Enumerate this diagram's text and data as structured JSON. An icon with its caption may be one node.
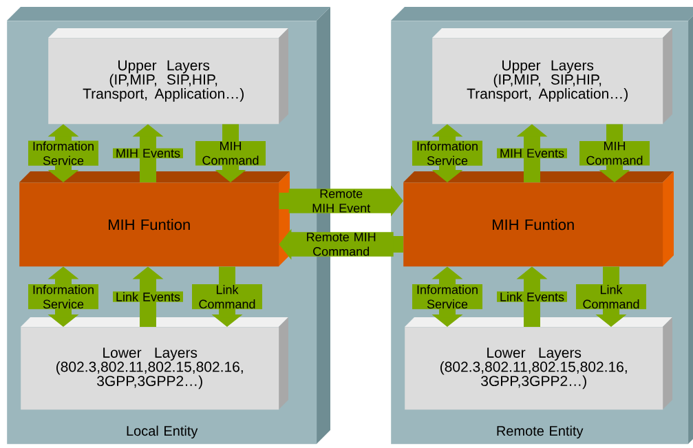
{
  "diagram": {
    "nodes": [
      {
        "text": [
          "Local Entity"
        ]
      },
      {
        "text": [
          "Upper Layers",
          "(IP,MIP, SIP,HIP, Transport, Application…)"
        ],
        "in": 0
      },
      {
        "text": [
          "MIH Funtion"
        ],
        "in": 0
      },
      {
        "text": [
          "Lower Layers",
          "(802.3,802.11,802.15,802.16, 3GPP,3GPP2…)"
        ],
        "in": 0
      },
      {
        "text": [
          "Remote Entity"
        ]
      },
      {
        "text": [
          "Upper Layers",
          "(IP,MIP, SIP,HIP, Transport, Application…)"
        ],
        "in": 4
      },
      {
        "text": [
          "MIH Funtion"
        ],
        "in": 4
      },
      {
        "text": [
          "Lower Layers",
          "(802.3,802.11,802.15,802.16, 3GPP,3GPP2…)"
        ],
        "in": 4
      }
    ],
    "edges": [
      {
        "from": 1,
        "to": 2,
        "arrow": "both",
        "label": "Information Service"
      },
      {
        "from": 2,
        "to": 1,
        "arrow": "to",
        "label": "MIH Events"
      },
      {
        "from": 1,
        "to": 2,
        "arrow": "to",
        "label": "MIH Command"
      },
      {
        "from": 2,
        "to": 3,
        "arrow": "both",
        "label": "Information Service"
      },
      {
        "from": 3,
        "to": 2,
        "arrow": "to",
        "label": "Link Events"
      },
      {
        "from": 2,
        "to": 3,
        "arrow": "to",
        "label": "Link Command"
      },
      {
        "from": 5,
        "to": 6,
        "arrow": "both",
        "label": "Information Service"
      },
      {
        "from": 6,
        "to": 5,
        "arrow": "to",
        "label": "MIH Events"
      },
      {
        "from": 5,
        "to": 6,
        "arrow": "to",
        "label": "MIH Command"
      },
      {
        "from": 6,
        "to": 7,
        "arrow": "both",
        "label": "Information Service"
      },
      {
        "from": 7,
        "to": 6,
        "arrow": "to",
        "label": "Link Events"
      },
      {
        "from": 6,
        "to": 7,
        "arrow": "to",
        "label": "Link Command"
      },
      {
        "from": 2,
        "to": 6,
        "arrow": "to",
        "label": "Remote MIH Event"
      },
      {
        "from": 6,
        "to": 2,
        "arrow": "to",
        "label": "Remote MIH Command"
      }
    ]
  }
}
